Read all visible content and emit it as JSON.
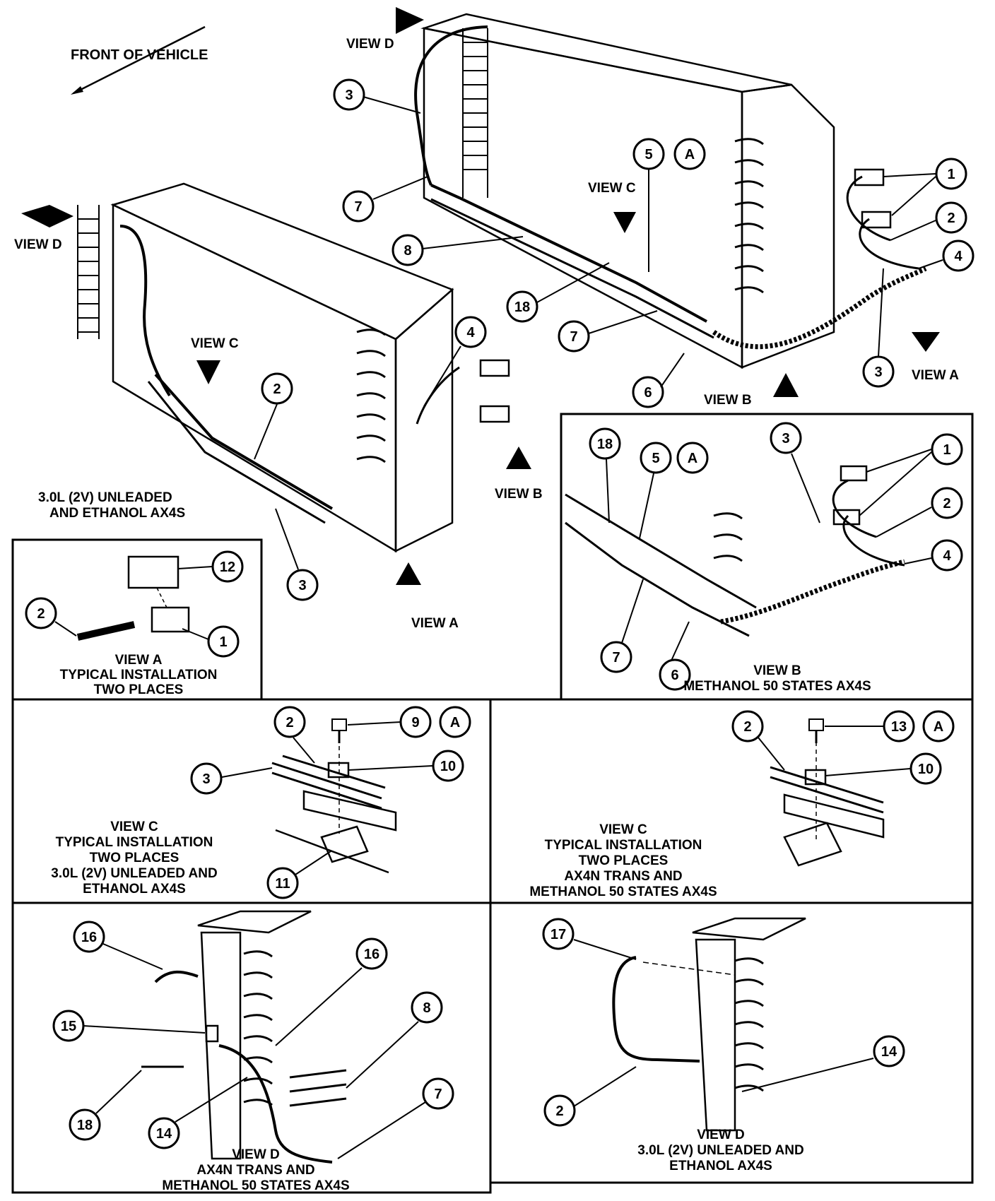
{
  "orientation_label": "FRONT OF VEHICLE",
  "main_upper": {
    "view_labels": [
      "VIEW D",
      "VIEW C",
      "VIEW B",
      "VIEW A"
    ],
    "callouts": [
      "3",
      "7",
      "5",
      "A",
      "1",
      "2",
      "4",
      "8",
      "18",
      "7",
      "3",
      "6"
    ]
  },
  "main_lower": {
    "view_labels": [
      "VIEW D",
      "VIEW C",
      "VIEW B",
      "VIEW A"
    ],
    "callouts": [
      "2",
      "4",
      "3"
    ],
    "caption": [
      "3.0L (2V) UNLEADED",
      "AND ETHANOL AX4S"
    ]
  },
  "panel_view_a": {
    "callouts": [
      "12",
      "2",
      "1"
    ],
    "caption": [
      "VIEW A",
      "TYPICAL INSTALLATION",
      "TWO PLACES"
    ]
  },
  "panel_view_b": {
    "callouts": [
      "18",
      "5",
      "A",
      "3",
      "1",
      "2",
      "4",
      "7",
      "6"
    ],
    "caption": [
      "VIEW B",
      "METHANOL 50 STATES AX4S"
    ]
  },
  "panel_view_c_left": {
    "callouts": [
      "2",
      "9",
      "A",
      "10",
      "3",
      "11"
    ],
    "caption": [
      "VIEW C",
      "TYPICAL INSTALLATION",
      "TWO PLACES",
      "3.0L (2V) UNLEADED AND",
      "ETHANOL AX4S"
    ]
  },
  "panel_view_c_right": {
    "callouts": [
      "2",
      "13",
      "A",
      "10"
    ],
    "caption": [
      "VIEW C",
      "TYPICAL INSTALLATION",
      "TWO PLACES",
      "AX4N TRANS AND",
      "METHANOL 50 STATES AX4S"
    ]
  },
  "panel_view_d_left": {
    "callouts": [
      "16",
      "16",
      "15",
      "8",
      "18",
      "14",
      "7"
    ],
    "caption": [
      "VIEW D",
      "AX4N TRANS AND",
      "METHANOL 50 STATES AX4S"
    ]
  },
  "panel_view_d_right": {
    "callouts": [
      "17",
      "14",
      "2"
    ],
    "caption": [
      "VIEW D",
      "3.0L (2V) UNLEADED AND",
      "ETHANOL AX4S"
    ]
  }
}
